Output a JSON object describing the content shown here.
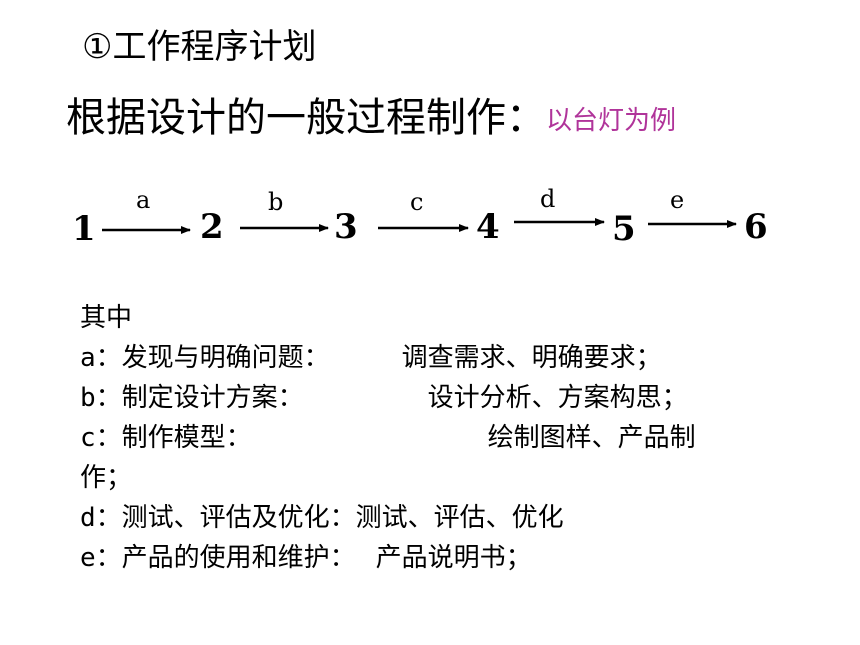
{
  "heading": "①工作程序计划",
  "main_title": "根据设计的一般过程制作：",
  "example_note": "以台灯为例",
  "process": {
    "steps": [
      "1",
      "2",
      "3",
      "4",
      "5",
      "6"
    ],
    "arrows": [
      "a",
      "b",
      "c",
      "d",
      "e"
    ]
  },
  "notes": {
    "intro": "其中",
    "a": {
      "desc": "a：发现与明确问题：",
      "detail": "调查需求、明确要求；"
    },
    "b": {
      "desc": "b：制定设计方案：",
      "detail": "设计分析、方案构思；"
    },
    "c": {
      "desc": "c：制作模型：",
      "detail": "绘制图样、产品制",
      "wrap": "作；"
    },
    "d": {
      "desc": "d：测试、评估及优化：",
      "detail": "测试、评估、优化"
    },
    "e": {
      "desc": "e：产品的使用和维护：",
      "detail": "产品说明书；"
    }
  }
}
